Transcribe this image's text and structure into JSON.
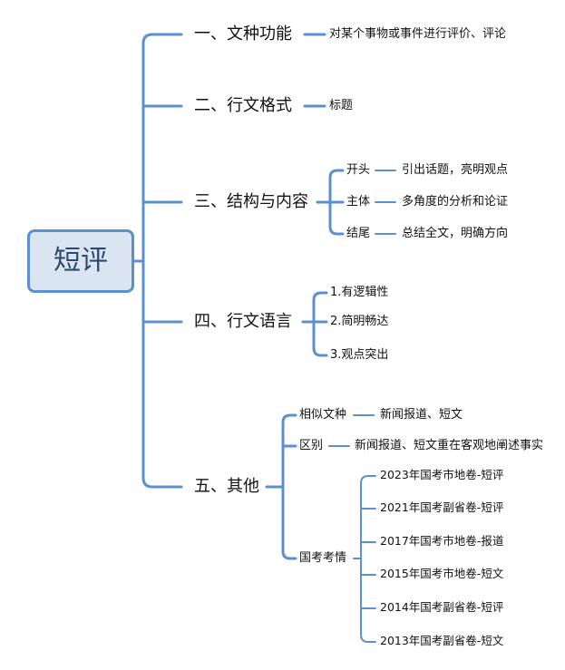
{
  "root": "短评",
  "branches": [
    {
      "label": "一、文种功能",
      "children": [
        {
          "label": "对某个事物或事件进行评价、评论"
        }
      ]
    },
    {
      "label": "二、行文格式",
      "children": [
        {
          "label": "标题"
        }
      ]
    },
    {
      "label": "三、结构与内容",
      "children": [
        {
          "label": "开头",
          "detail": "引出话题，亮明观点"
        },
        {
          "label": "主体",
          "detail": "多角度的分析和论证"
        },
        {
          "label": "结尾",
          "detail": "总结全文，明确方向"
        }
      ]
    },
    {
      "label": "四、行文语言",
      "children": [
        {
          "label": "1.有逻辑性"
        },
        {
          "label": "2.简明畅达"
        },
        {
          "label": "3.观点突出"
        }
      ]
    },
    {
      "label": "五、其他",
      "children": [
        {
          "label": "相似文种",
          "detail": "新闻报道、短文"
        },
        {
          "label": "区别",
          "detail": "新闻报道、短文重在客观地阐述事实"
        },
        {
          "label": "国考考情",
          "items": [
            "2023年国考市地卷-短评",
            "2021年国考副省卷-短评",
            "2017年国考市地卷-报道",
            "2015年国考市地卷-短文",
            "2014年国考副省卷-短评",
            "2013年国考副省卷-短文"
          ]
        }
      ]
    }
  ],
  "colors": {
    "line": "#5b8fd0",
    "root_fill": "#dbe5f1",
    "root_text": "#2b4a6f"
  }
}
